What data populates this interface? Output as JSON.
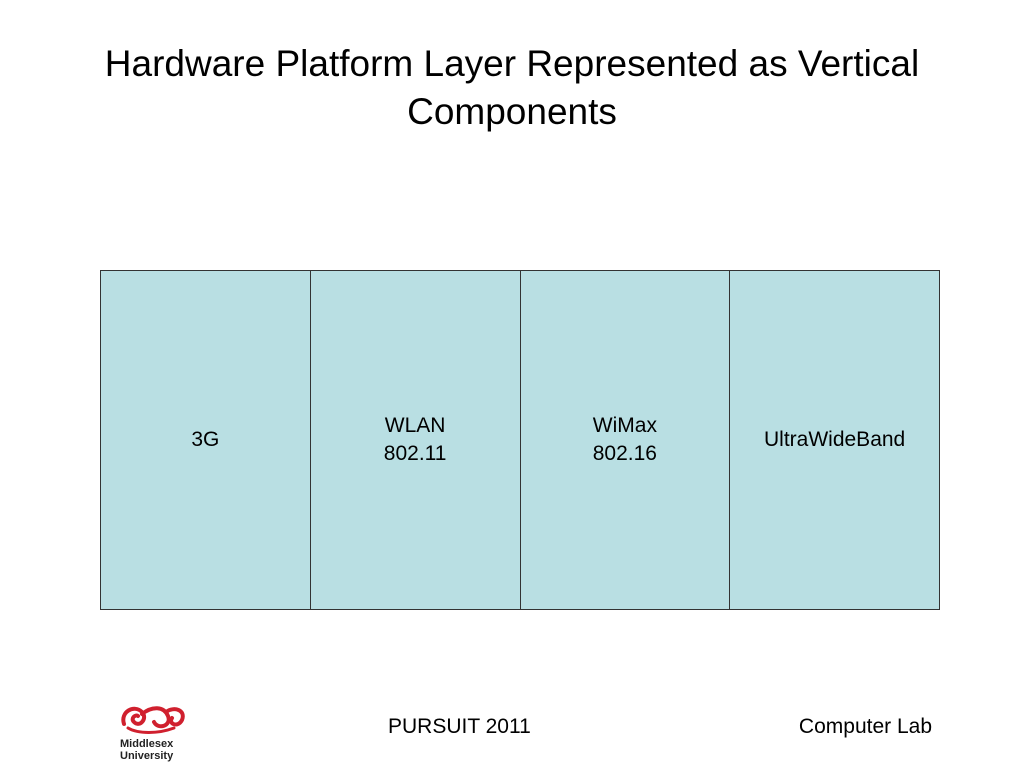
{
  "slide": {
    "title_lines": [
      "Hardware Platform Layer Represented as Vertical",
      "Components"
    ]
  },
  "components": [
    {
      "lines": [
        "3G"
      ]
    },
    {
      "lines": [
        "WLAN",
        "802.11"
      ]
    },
    {
      "lines": [
        "WiMax",
        "802.16"
      ]
    },
    {
      "lines": [
        "UltraWideBand"
      ]
    }
  ],
  "colors": {
    "component_fill": "#b9dfe3",
    "border": "#333333",
    "logo_red": "#d0202e"
  },
  "logo": {
    "icon": "middlesex-university-logo-mark",
    "lines": [
      "Middlesex",
      "University"
    ]
  },
  "footer": {
    "center": "PURSUIT 2011",
    "right": "Computer Lab"
  }
}
